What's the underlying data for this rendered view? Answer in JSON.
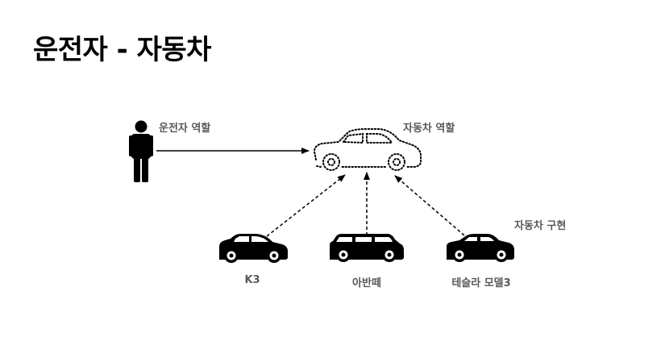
{
  "title": "운전자 - 자동차",
  "labels": {
    "driver_role": "운전자 역할",
    "car_role": "자동차 역할",
    "car_impl": "자동차 구현",
    "k3": "K3",
    "avante": "아반떼",
    "tesla": "테슬라 모델3"
  },
  "icons": {
    "driver": "person-icon",
    "car_role": "dotted-car-outline-icon",
    "k3": "hatchback-car-icon",
    "avante": "wagon-car-icon",
    "tesla": "sedan-car-icon"
  },
  "colors": {
    "title": "#000000",
    "label": "#595959",
    "icon": "#000000"
  }
}
